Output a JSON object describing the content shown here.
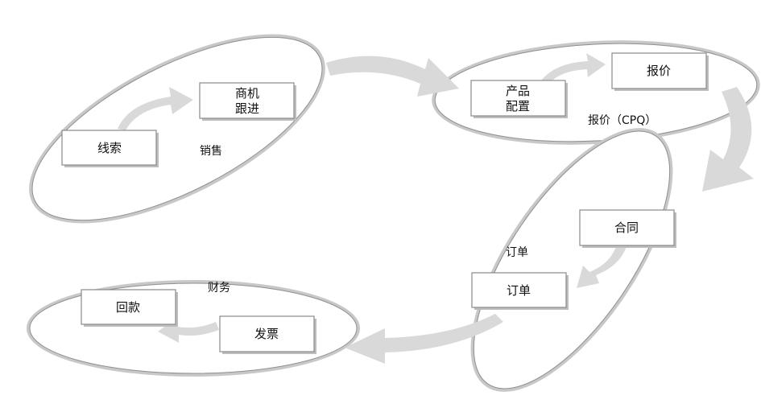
{
  "groups": {
    "sales": {
      "label": "销售"
    },
    "quote": {
      "label": "报价（CPQ）"
    },
    "order": {
      "label": "订单"
    },
    "finance": {
      "label": "财务"
    }
  },
  "nodes": {
    "lead": {
      "label": "线索"
    },
    "opportunity": {
      "line1": "商机",
      "line2": "跟进"
    },
    "product_config": {
      "line1": "产品",
      "line2": "配置"
    },
    "quote": {
      "label": "报价"
    },
    "contract": {
      "label": "合同"
    },
    "order": {
      "label": "订单"
    },
    "invoice": {
      "label": "发票"
    },
    "payment": {
      "label": "回款"
    }
  },
  "colors": {
    "arrow": "#d9d9d9",
    "ellipse_outline": "#c8c8c8",
    "box_border": "#8a8a8a",
    "box_shadow": "#bdbdbd"
  }
}
